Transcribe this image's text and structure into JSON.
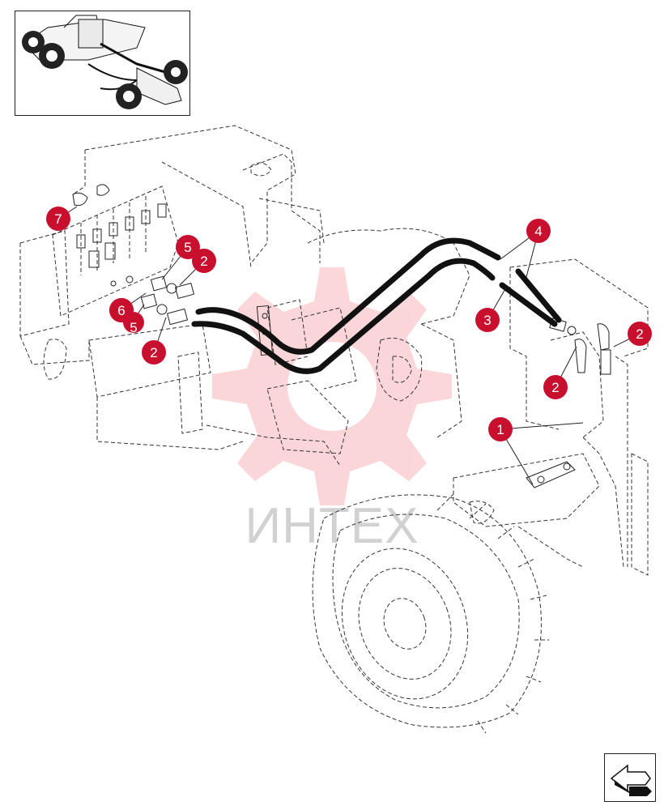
{
  "watermark": {
    "text": "ИНТЕХ",
    "color": "#e8232e"
  },
  "callout_color": "#c8102e",
  "callouts": [
    {
      "label": "7"
    },
    {
      "label": "5"
    },
    {
      "label": "2"
    },
    {
      "label": "6"
    },
    {
      "label": "5"
    },
    {
      "label": "2"
    },
    {
      "label": "4"
    },
    {
      "label": "3"
    },
    {
      "label": "2"
    },
    {
      "label": "2"
    },
    {
      "label": "1"
    }
  ],
  "icons": {
    "thumbnail": "machine-thumbnail-icon",
    "navigate": "next-page-arrow-icon"
  }
}
